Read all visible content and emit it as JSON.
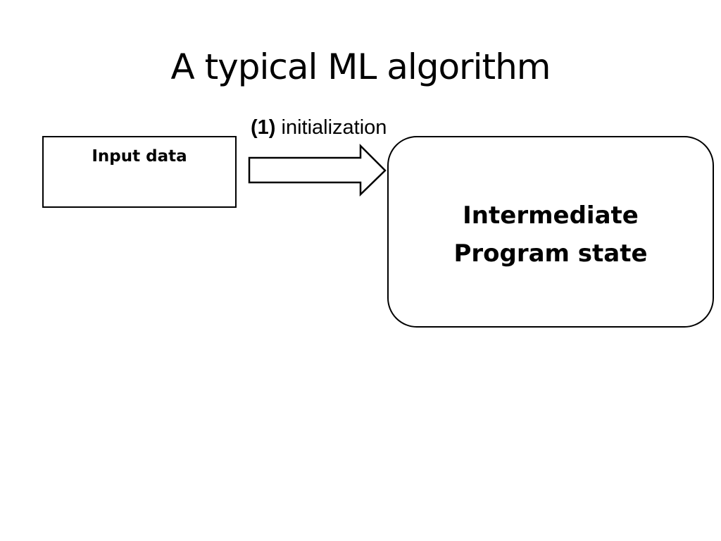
{
  "slide": {
    "title": "A typical ML algorithm"
  },
  "diagram": {
    "input_box": {
      "label": "Input data"
    },
    "arrow": {
      "step_number": "(1)",
      "step_text": "initialization"
    },
    "state_box": {
      "line1": "Intermediate",
      "line2": "Program state"
    }
  }
}
